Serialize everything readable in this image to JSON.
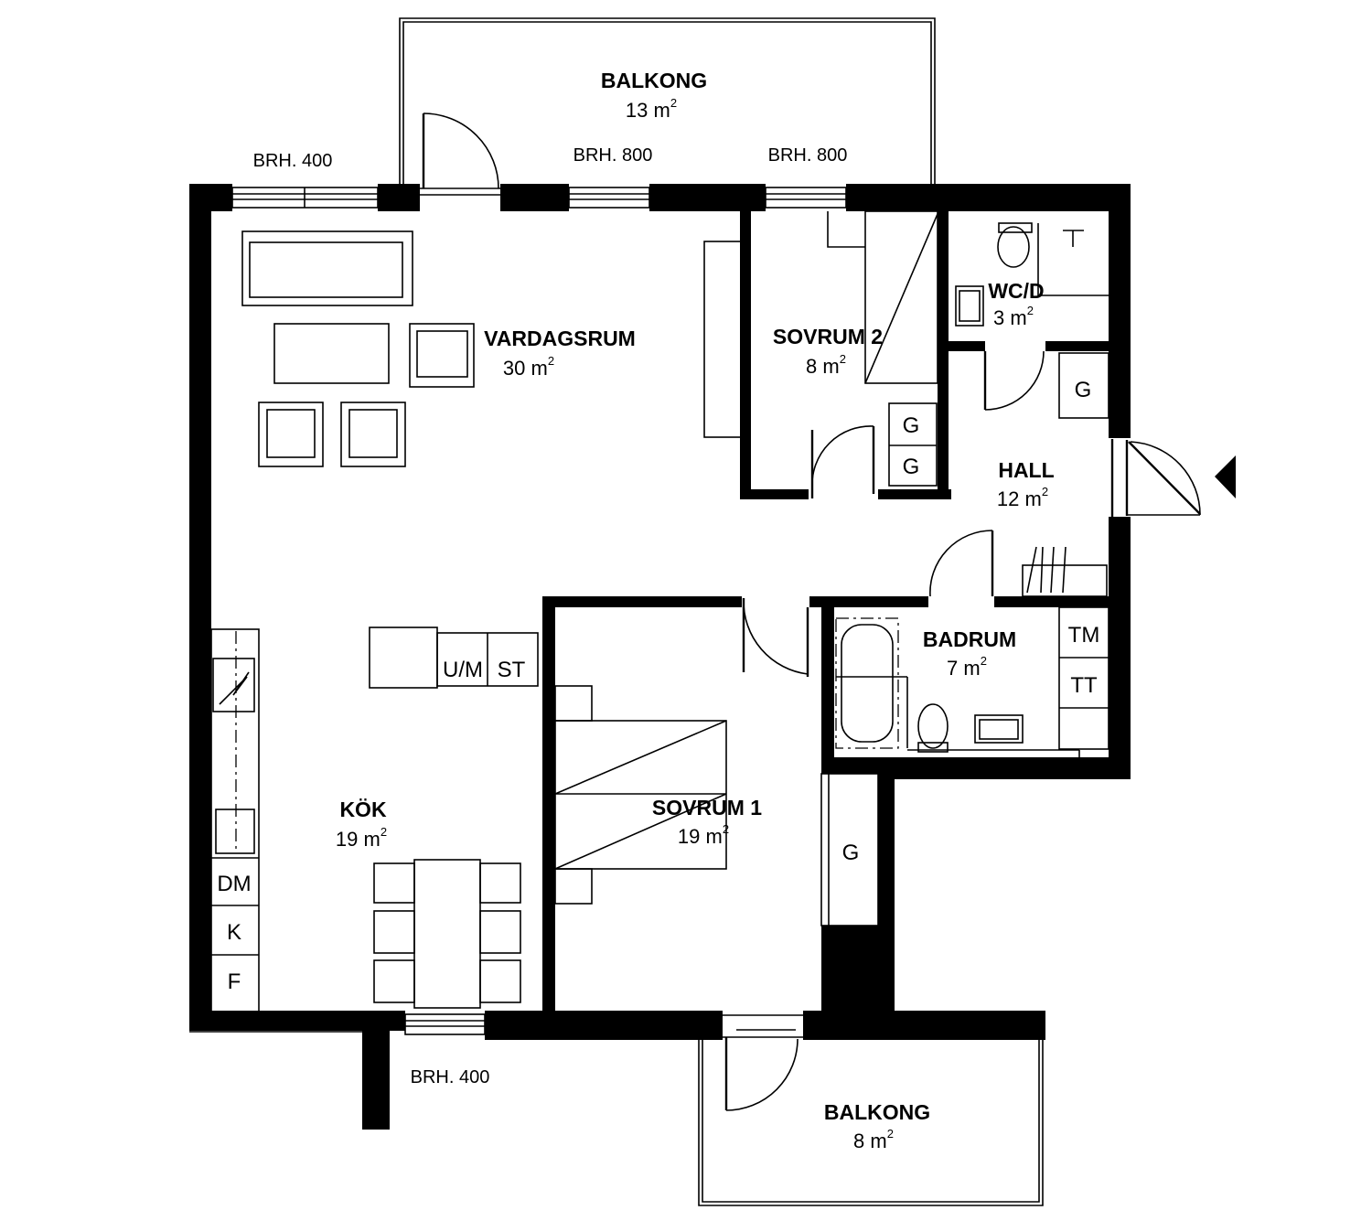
{
  "rooms": {
    "balkong_top": {
      "name": "BALKONG",
      "area": "13 m",
      "sup": "2"
    },
    "vardagsrum": {
      "name": "VARDAGSRUM",
      "area": "30 m",
      "sup": "2"
    },
    "sovrum2": {
      "name": "SOVRUM 2",
      "area": "8 m",
      "sup": "2"
    },
    "wcd": {
      "name": "WC/D",
      "area": "3 m",
      "sup": "2"
    },
    "hall": {
      "name": "HALL",
      "area": "12 m",
      "sup": "2"
    },
    "badrum": {
      "name": "BADRUM",
      "area": "7 m",
      "sup": "2"
    },
    "kok": {
      "name": "KÖK",
      "area": "19 m",
      "sup": "2"
    },
    "sovrum1": {
      "name": "SOVRUM 1",
      "area": "19 m",
      "sup": "2"
    },
    "balkong_bottom": {
      "name": "BALKONG",
      "area": "8 m",
      "sup": "2"
    }
  },
  "windows": {
    "top_left": "BRH. 400",
    "top_mid": "BRH. 800",
    "top_right": "BRH. 800",
    "bottom": "BRH. 400"
  },
  "fixtures": {
    "g_hall_top": "G",
    "g_sovrum2_a": "G",
    "g_sovrum2_b": "G",
    "g_sovrum1": "G",
    "um": "U/M",
    "st": "ST",
    "dm": "DM",
    "k": "K",
    "f": "F",
    "tm": "TM",
    "tt": "TT"
  }
}
